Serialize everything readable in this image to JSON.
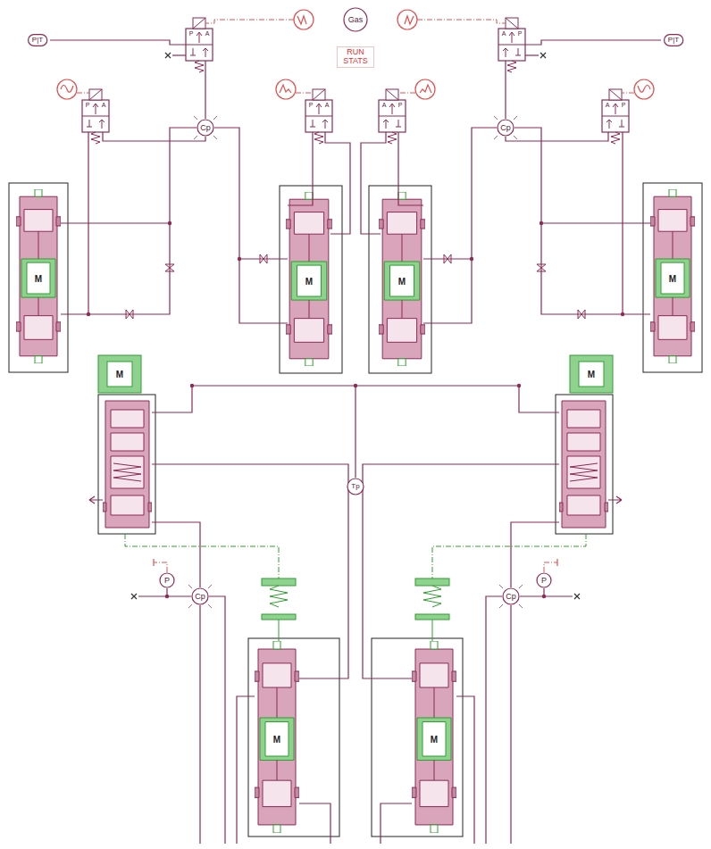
{
  "diagram": {
    "nodes": [
      {
        "text": [
          "P|T"
        ]
      },
      {
        "text": [
          "Gas"
        ]
      },
      {
        "text": [
          "P|T"
        ]
      },
      {
        "text": [
          "Cp"
        ]
      },
      {
        "text": [
          "Cp"
        ]
      },
      {
        "text": [
          "Tp"
        ]
      },
      {
        "text": [
          "P"
        ]
      },
      {
        "text": [
          "Cp"
        ]
      },
      {
        "text": [
          "Cp"
        ]
      },
      {
        "text": [
          "P"
        ]
      }
    ],
    "labels": [
      "RUN STATS",
      "M",
      "M",
      "M",
      "M",
      "M",
      "M",
      "M",
      "M",
      "P",
      "A",
      "A",
      "P",
      "P",
      "A",
      "P",
      "A",
      "A",
      "P",
      "A",
      "P"
    ]
  }
}
